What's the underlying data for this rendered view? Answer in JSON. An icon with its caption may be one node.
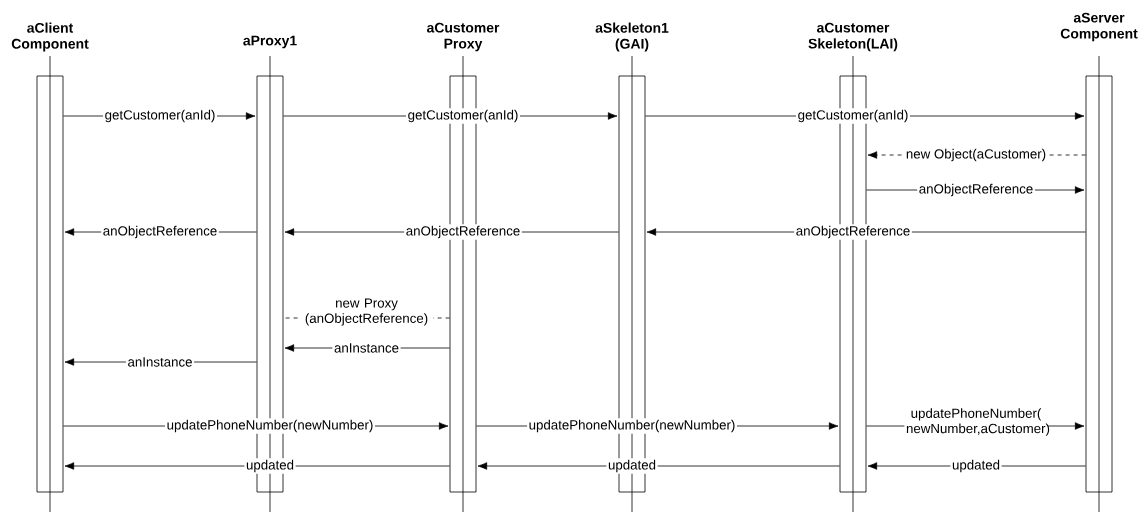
{
  "diagram": {
    "nodes": [
      {
        "text": [
          "aClient Component"
        ]
      },
      {
        "text": [
          "aProxy1"
        ]
      },
      {
        "text": [
          "aCustomer Proxy"
        ]
      },
      {
        "text": [
          "aSkeleton1 (GAI)"
        ]
      },
      {
        "text": [
          "aCustomer Skeleton(LAI)"
        ]
      },
      {
        "text": [
          "aServer Component"
        ]
      }
    ],
    "edges": [
      {
        "from": 0,
        "to": 1,
        "arrow": "to",
        "label": "getCustomer(anId)"
      },
      {
        "from": 1,
        "to": 3,
        "arrow": "to",
        "label": "getCustomer(anId)"
      },
      {
        "from": 3,
        "to": 5,
        "arrow": "to",
        "label": "getCustomer(anId)"
      },
      {
        "from": 5,
        "to": 4,
        "arrow": "to",
        "label": "new Object(aCustomer)",
        "style": "dashed"
      },
      {
        "from": 4,
        "to": 5,
        "arrow": "to",
        "label": "anObjectReference"
      },
      {
        "from": 5,
        "to": 3,
        "arrow": "to",
        "label": "anObjectReference"
      },
      {
        "from": 3,
        "to": 1,
        "arrow": "to",
        "label": "anObjectReference"
      },
      {
        "from": 1,
        "to": 0,
        "arrow": "to",
        "label": "anObjectReference"
      },
      {
        "from": 2,
        "to": 1,
        "arrow": "none",
        "label": "new Proxy (anObjectReference)",
        "style": "dashed"
      },
      {
        "from": 2,
        "to": 1,
        "arrow": "to",
        "label": "anInstance"
      },
      {
        "from": 1,
        "to": 0,
        "arrow": "to",
        "label": "anInstance"
      },
      {
        "from": 0,
        "to": 2,
        "arrow": "to",
        "label": "updatePhoneNumber(newNumber)"
      },
      {
        "from": 2,
        "to": 4,
        "arrow": "to",
        "label": "updatePhoneNumber(newNumber)"
      },
      {
        "from": 4,
        "to": 5,
        "arrow": "to",
        "label": "updatePhoneNumber( newNumber,aCustomer)"
      },
      {
        "from": 5,
        "to": 4,
        "arrow": "to",
        "label": "updated"
      },
      {
        "from": 4,
        "to": 2,
        "arrow": "to",
        "label": "updated"
      },
      {
        "from": 2,
        "to": 0,
        "arrow": "to",
        "label": "updated"
      }
    ]
  }
}
